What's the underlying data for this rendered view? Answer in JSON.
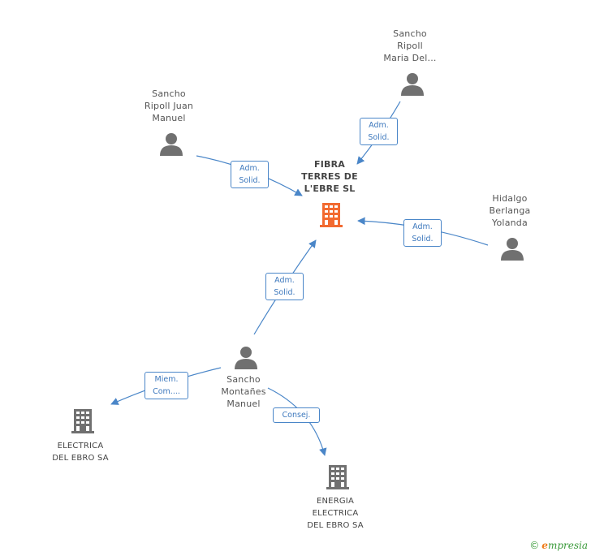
{
  "nodes": {
    "focus": {
      "name": [
        "FIBRA",
        "TERRES DE",
        "L'EBRE  SL"
      ]
    },
    "p_maria": {
      "name": [
        "Sancho",
        "Ripoll",
        "Maria Del..."
      ]
    },
    "p_juan": {
      "name": [
        "Sancho",
        "Ripoll Juan",
        "Manuel"
      ]
    },
    "p_hidalgo": {
      "name": [
        "Hidalgo",
        "Berlanga",
        "Yolanda"
      ]
    },
    "p_montanes": {
      "name": [
        "Sancho",
        "Montañes",
        "Manuel"
      ]
    },
    "c_electrica": {
      "name": [
        "ELECTRICA",
        "DEL EBRO SA"
      ]
    },
    "c_energia": {
      "name": [
        "ENERGIA",
        "ELECTRICA",
        "DEL EBRO SA"
      ]
    }
  },
  "relations": {
    "maria_focus": [
      "Adm.",
      "Solid."
    ],
    "juan_focus": [
      "Adm.",
      "Solid."
    ],
    "hidalgo_focus": [
      "Adm.",
      "Solid."
    ],
    "montanes_focus": [
      "Adm.",
      "Solid."
    ],
    "montanes_electrica": [
      "Miem.",
      "Com...."
    ],
    "montanes_energia": [
      "Consej."
    ]
  },
  "colors": {
    "edge": "#4a86c8",
    "focus": "#f26a30",
    "node": "#707070"
  },
  "icons": {
    "person": "person-icon",
    "company": "building-icon"
  },
  "footer": {
    "copyright": "©",
    "brand_first": "e",
    "brand_rest": "mpresia"
  }
}
